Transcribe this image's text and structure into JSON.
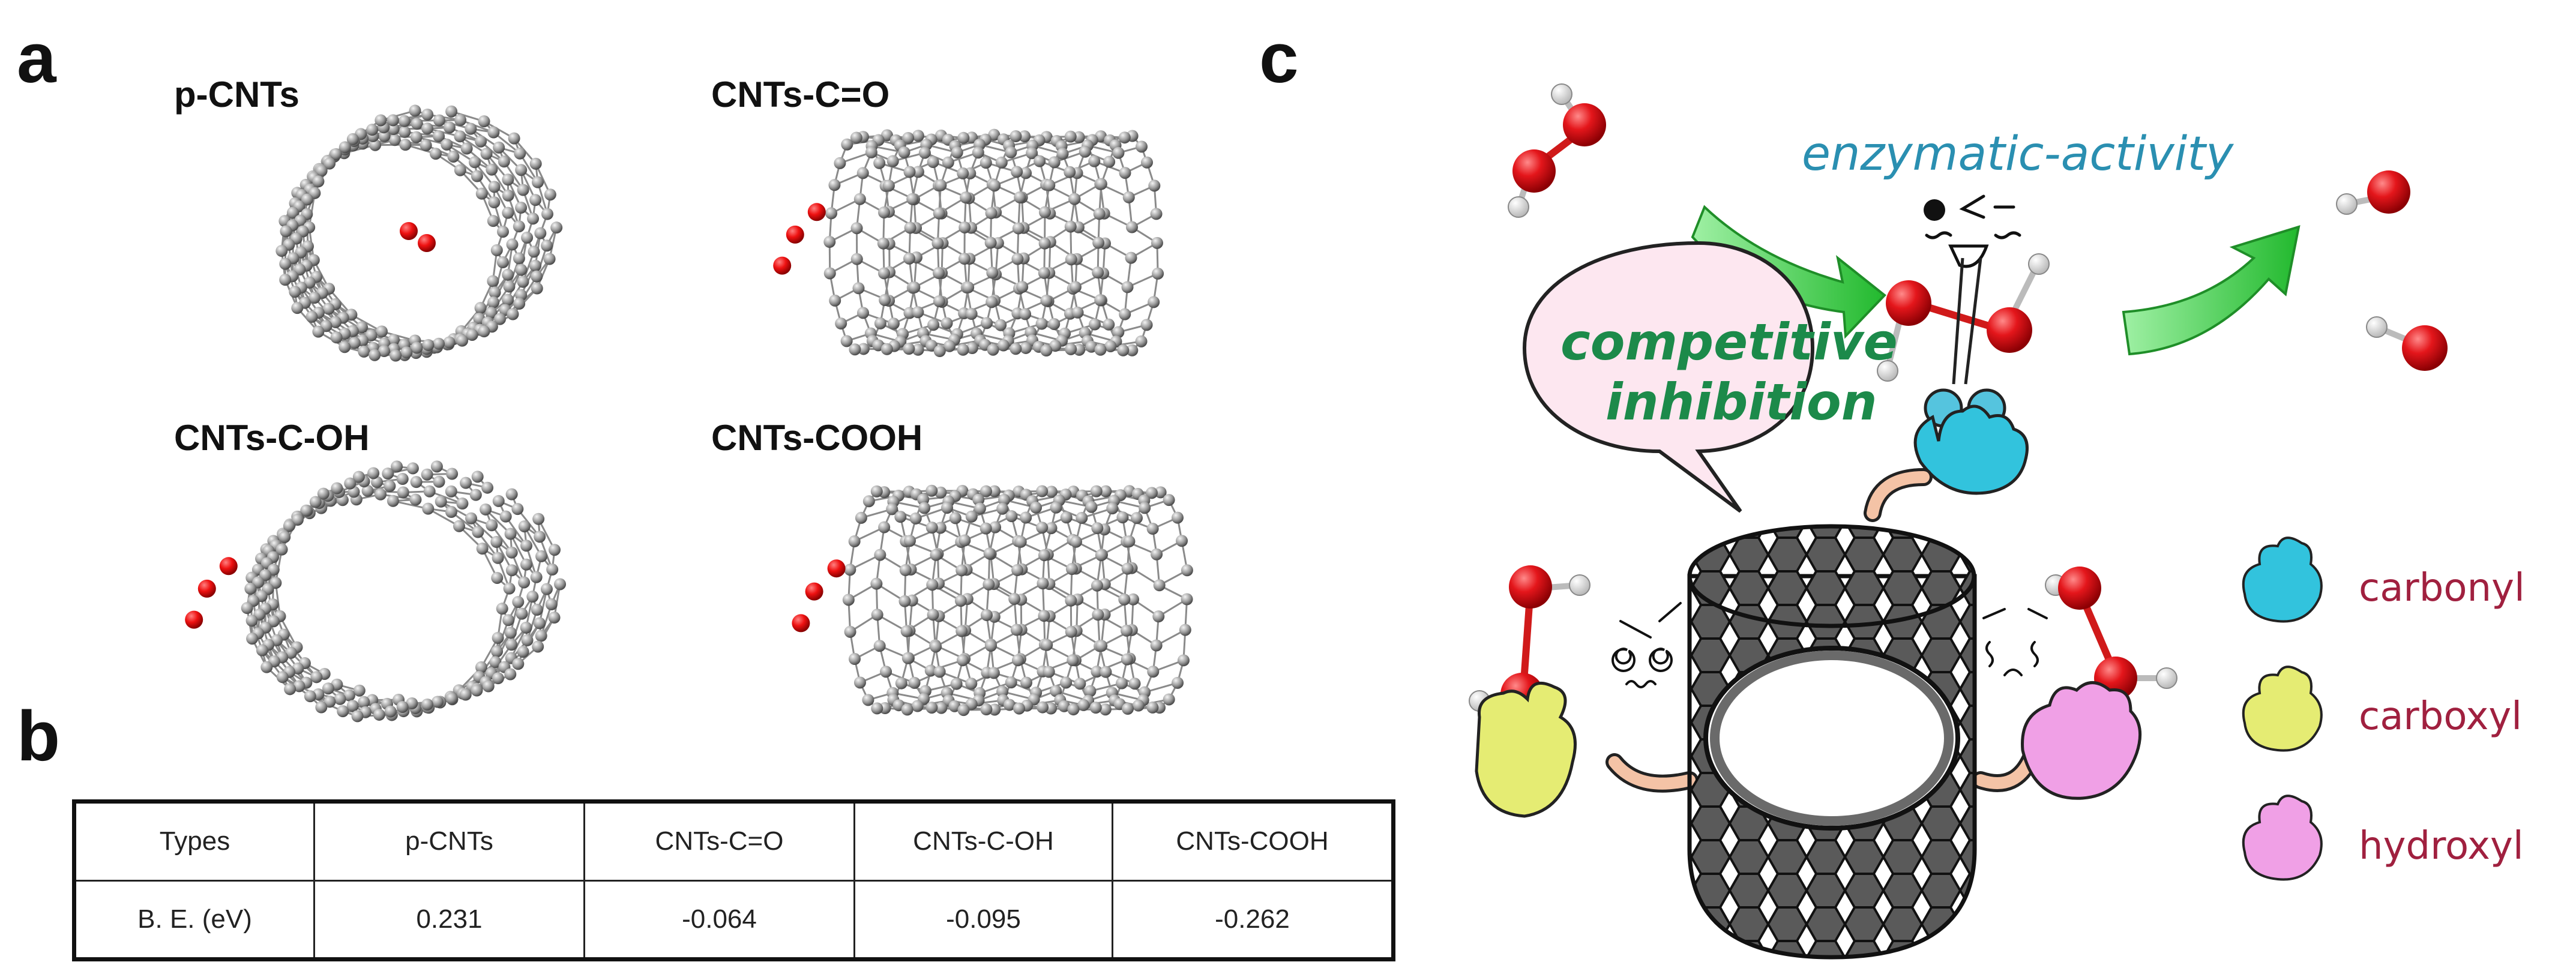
{
  "panel_a": {
    "letter": "a",
    "structures": [
      {
        "label": "p-CNTs",
        "tube": "horizontal",
        "adsorbate": "inside"
      },
      {
        "label": "CNTs-C=O",
        "tube": "side",
        "adsorbate": "left"
      },
      {
        "label": "CNTs-C-OH",
        "tube": "horizontal",
        "adsorbate": "left"
      },
      {
        "label": "CNTs-COOH",
        "tube": "side",
        "adsorbate": "left"
      }
    ]
  },
  "panel_b": {
    "letter": "b",
    "table": {
      "header": [
        "Types",
        "p-CNTs",
        "CNTs-C=O",
        "CNTs-C-OH",
        "CNTs-COOH"
      ],
      "rows": [
        [
          "B. E. (eV)",
          "0.231",
          "-0.064",
          "-0.095",
          "-0.262"
        ]
      ]
    }
  },
  "panel_c": {
    "letter": "c",
    "activity_text": "enzymatic-activity",
    "bubble_text": [
      "competitive",
      "inhibition"
    ],
    "legend": [
      {
        "label": "carbonyl",
        "color": "#32c3dd"
      },
      {
        "label": "carboxyl",
        "color": "#e5ec73"
      },
      {
        "label": "hydroxyl",
        "color": "#f0a0e6"
      }
    ],
    "colors": {
      "oxygen": "#e4161b",
      "hydrogen": "#ffffff",
      "tube": "#505050",
      "arrow": "#3fcf4a",
      "activity_text": "#2a8fb1",
      "bubble_text": "#1c8a4a",
      "bubble_fill": "#fde7f0",
      "legend_text": "#a0203f"
    }
  }
}
